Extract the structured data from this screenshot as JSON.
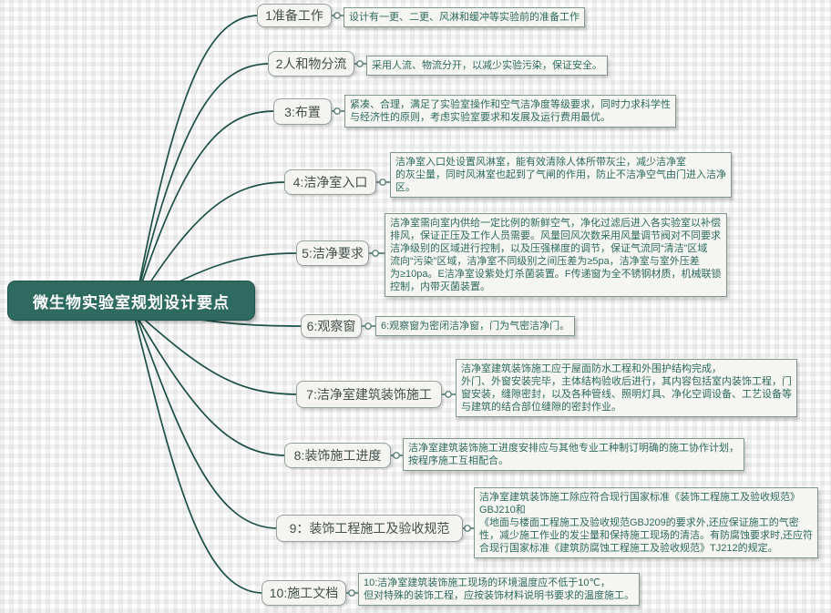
{
  "root": {
    "title": "微生物实验室规划设计要点",
    "fill_color": "#2e6a5f",
    "text_color": "#ffffff"
  },
  "style": {
    "line_color": "#1d5048",
    "desc_text_color": "#2e6a5e",
    "label_text_color": "#43504b"
  },
  "branches": [
    {
      "label": "1准备工作",
      "desc": "设计有一更、二更、风淋和缓冲等实验前的准备工作"
    },
    {
      "label": "2人和物分流",
      "desc": "采用人流、物流分开，以减少实验污染，保证安全。"
    },
    {
      "label": "3:布置",
      "desc": "紧凑、合理，满足了实验室操作和空气洁净度等级要求，同时力求科学性\n与经济性的原则，考虑实验室要求和发展及运行费用最优。"
    },
    {
      "label": "4:洁净室入口",
      "desc": "洁净室入口处设置风淋室，能有效清除人体所带灰尘，减少洁净室\n的灰尘量，同时风淋室也起到了气闸的作用，防止不洁净空气由门进入洁净\n区。"
    },
    {
      "label": "5:洁净要求",
      "desc": "洁净室需向室内供给一定比例的新鲜空气，净化过滤后进入各实验室以补偿\n排风，保证正压及工作人员需要。风量回风次数采用风量调节阀对不同要求\n洁净级别的区域进行控制，以及压强梯度的调节，保证气流同“清洁”区域\n流向“污染”区域，洁净室不同级别之间压差为≥5pa，洁净室与室外压差\n为≥10pa。E洁净室设紫处灯杀菌装置。F传递窗为全不锈钢材质，机械联锁\n控制，内带灭菌装置。"
    },
    {
      "label": "6:观察窗",
      "desc": "6:观察窗为密闭洁净窗，门为气密洁净门。"
    },
    {
      "label": "7:洁净室建筑装饰施工",
      "desc": "洁净室建筑装饰施工应于屋面防水工程和外围护结构完成，\n外门、外窗安装完毕，主体结构验收后进行，其内容包括室内装饰工程，门\n窗安装，缝隙密封，以及各种管线、照明灯具、净化空调设备、工艺设备等\n与建筑的结合部位缝隙的密封作业。"
    },
    {
      "label": "8:装饰施工进度",
      "desc": "洁净室建筑装饰施工进度安排应与其他专业工种制订明确的施工协作计划，\n按程序施工互相配合。"
    },
    {
      "label": "9：装饰工程施工及验收规范",
      "desc": "洁净室建筑装饰施工除应符合现行国家标准《装饰工程施工及验收规范》\nGBJ210和\n《地面与楼面工程施工及验收规范GBJ209的要求外,还应保证施工的气密\n性，减少施工作业的发尘量和保持施工现场的清洁。有防腐蚀要求时,还应符\n合现行国家标准《建筑防腐蚀工程施工及验收规范》TJ212的规定。"
    },
    {
      "label": "10:施工文档",
      "desc": "10:洁净室建筑装饰施工现场的环境温度应不低于10℃，\n但对特殊的装饰工程，应按装饰材料说明书要求的温度施工。"
    }
  ]
}
